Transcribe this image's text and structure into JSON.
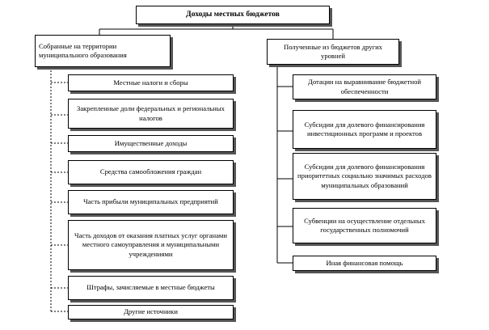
{
  "root": "Доходы местных бюджетов",
  "left": {
    "header": "Собранные на территории муниципального образования",
    "items": [
      "Местные налоги и сборы",
      "Закрепленные доли федеральных и региональных налогов",
      "Имущественные доходы",
      "Средства самообложения граждан",
      "Часть прибыли муниципальных предприятий",
      "Часть доходов от оказания платных услуг органами местного самоуправления и муниципальными учреждениями",
      "Штрафы, зачисляемые в местные бюджеты",
      "Другие источники"
    ]
  },
  "right": {
    "header": "Полученные из бюджетов других уровней",
    "items": [
      "Дотации на выравнивание бюджетной обеспеченности",
      "Субсидии для долевого финансирования инвестиционных программ и проектов",
      "Субсидии для долевого финансирования приоритетных социально значимых расходов муниципальных образований",
      "Субвенции на осуществление отдельных государственных полномочий",
      "Иная финансовая помощь"
    ]
  }
}
